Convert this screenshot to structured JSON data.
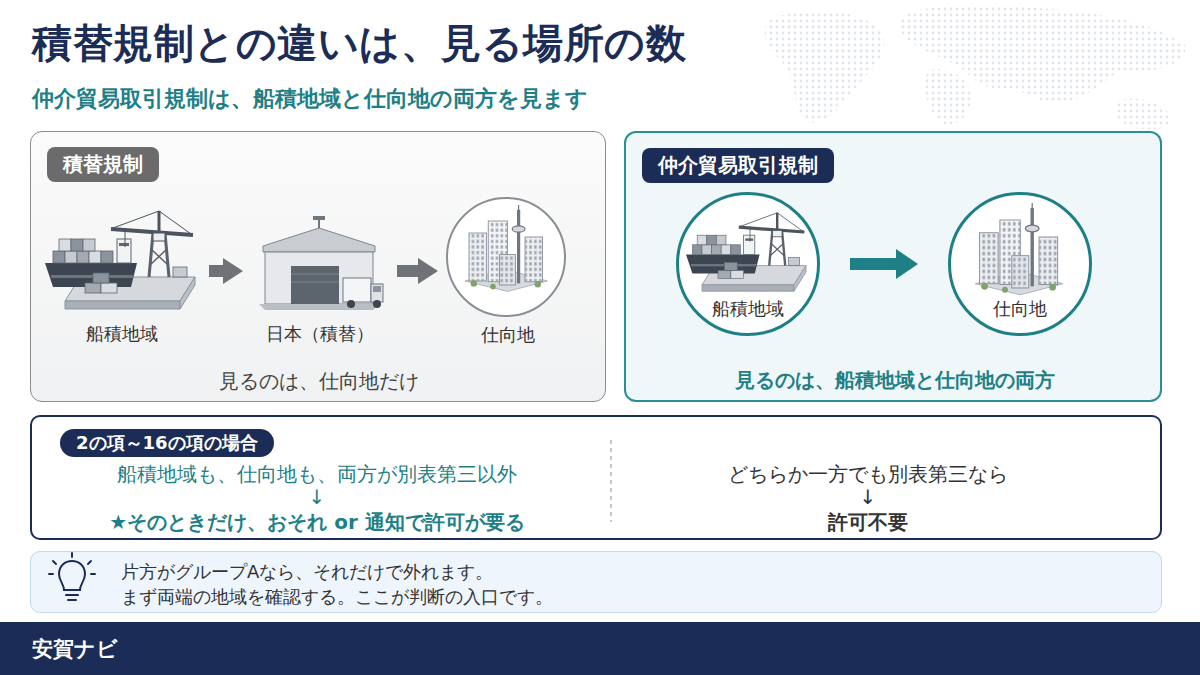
{
  "diagram": {
    "title": "積替規制との違いは、見る場所の数",
    "caption": "仲介貿易取引規制は、船積地域と仕向地の両方を見ます",
    "nodes": [
      {
        "text": [
          "積替規制",
          "見るのは、仕向地だけ"
        ]
      },
      {
        "text": [
          "船積地域"
        ],
        "in": 0
      },
      {
        "text": [
          "日本（積替）"
        ],
        "in": 0
      },
      {
        "text": [
          "仕向地"
        ],
        "in": 0
      },
      {
        "text": [
          "仲介貿易取引規制",
          "見るのは、船積地域と仕向地の両方"
        ]
      },
      {
        "text": [
          "船積地域"
        ],
        "in": 4
      },
      {
        "text": [
          "仕向地"
        ],
        "in": 4
      },
      {
        "text": [
          "2の項～16の項の場合",
          "船積地域も、仕向地も、両方が別表第三以外",
          "↓",
          "★そのときだけ、おそれ or 通知で許可が要る",
          "どちらか一方でも別表第三なら",
          "↓",
          "許可不要"
        ]
      },
      {
        "text": [
          "片方がグループAなら、それだけで外れます。",
          "まず両端の地域を確認する。ここが判断の入口です。"
        ]
      },
      {
        "text": [
          "安賀ナビ"
        ]
      }
    ],
    "edges": [
      {
        "from": 1,
        "to": 2,
        "arrow": "to"
      },
      {
        "from": 2,
        "to": 3,
        "arrow": "to"
      },
      {
        "from": 5,
        "to": 6,
        "arrow": "to"
      }
    ]
  }
}
